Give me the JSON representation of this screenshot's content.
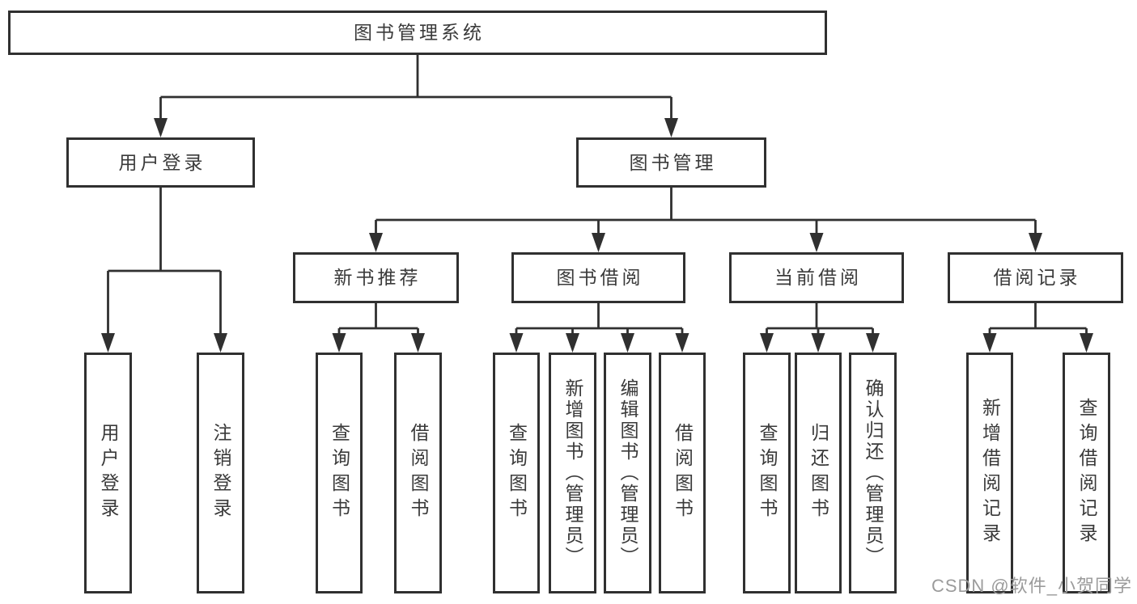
{
  "diagram": {
    "root": "图书管理系统",
    "level2": {
      "user_login": "用户登录",
      "book_mgmt": "图书管理"
    },
    "level3": {
      "new_book": "新书推荐",
      "book_borrow": "图书借阅",
      "current_borrow": "当前借阅",
      "borrow_record": "借阅记录"
    },
    "leaves": {
      "user_login_1": "用户登录",
      "user_login_2": "注销登录",
      "new_book_1": "查询图书",
      "new_book_2": "借阅图书",
      "book_borrow_1": "查询图书",
      "book_borrow_2": "新增图书（管理员）",
      "book_borrow_3": "编辑图书（管理员）",
      "book_borrow_4": "借阅图书",
      "current_borrow_1": "查询图书",
      "current_borrow_2": "归还图书",
      "current_borrow_3": "确认归还（管理员）",
      "borrow_record_1": "新增借阅记录",
      "borrow_record_2": "查询借阅记录"
    }
  },
  "watermark": "CSDN @软件_小贺同学",
  "colors": {
    "line": "#303030",
    "text": "#3a3a3a",
    "watermark": "#9b9b9b",
    "background": "#ffffff"
  }
}
